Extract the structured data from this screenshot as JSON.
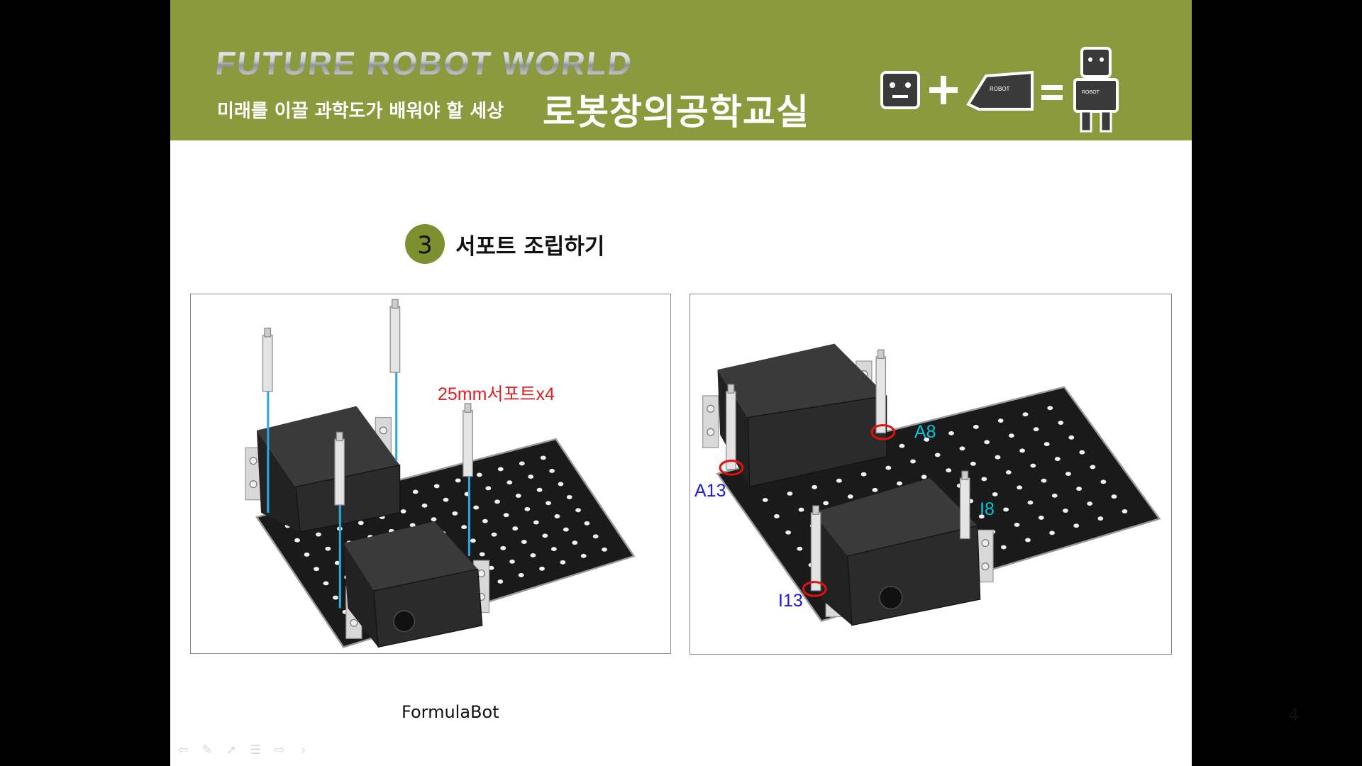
{
  "header": {
    "brand": "FUTURE ROBOT WORLD",
    "tagline": "미래를 이끌 과학도가 배워야 할 세상",
    "classroom": "로봇창의공학교실",
    "logo_text": "ROBOT",
    "color": "#8a9a3c"
  },
  "step": {
    "number": "3",
    "title": "서포트 조립하기"
  },
  "left_panel": {
    "label": "25mm서포트x4"
  },
  "right_panel": {
    "labels": {
      "a8": "A8",
      "a13": "A13",
      "i8": "I8",
      "i13": "I13"
    }
  },
  "footer": {
    "brand": "FormulaBot",
    "page": "4"
  },
  "controls": [
    {
      "icon": "arrow-left-icon",
      "glyph": "⇦"
    },
    {
      "icon": "pen-icon",
      "glyph": "✎"
    },
    {
      "icon": "pointer-icon",
      "glyph": "➚"
    },
    {
      "icon": "menu-icon",
      "glyph": "☰"
    },
    {
      "icon": "arrow-right-icon",
      "glyph": "⇨"
    },
    {
      "icon": "chevron-right-icon",
      "glyph": "›"
    }
  ]
}
